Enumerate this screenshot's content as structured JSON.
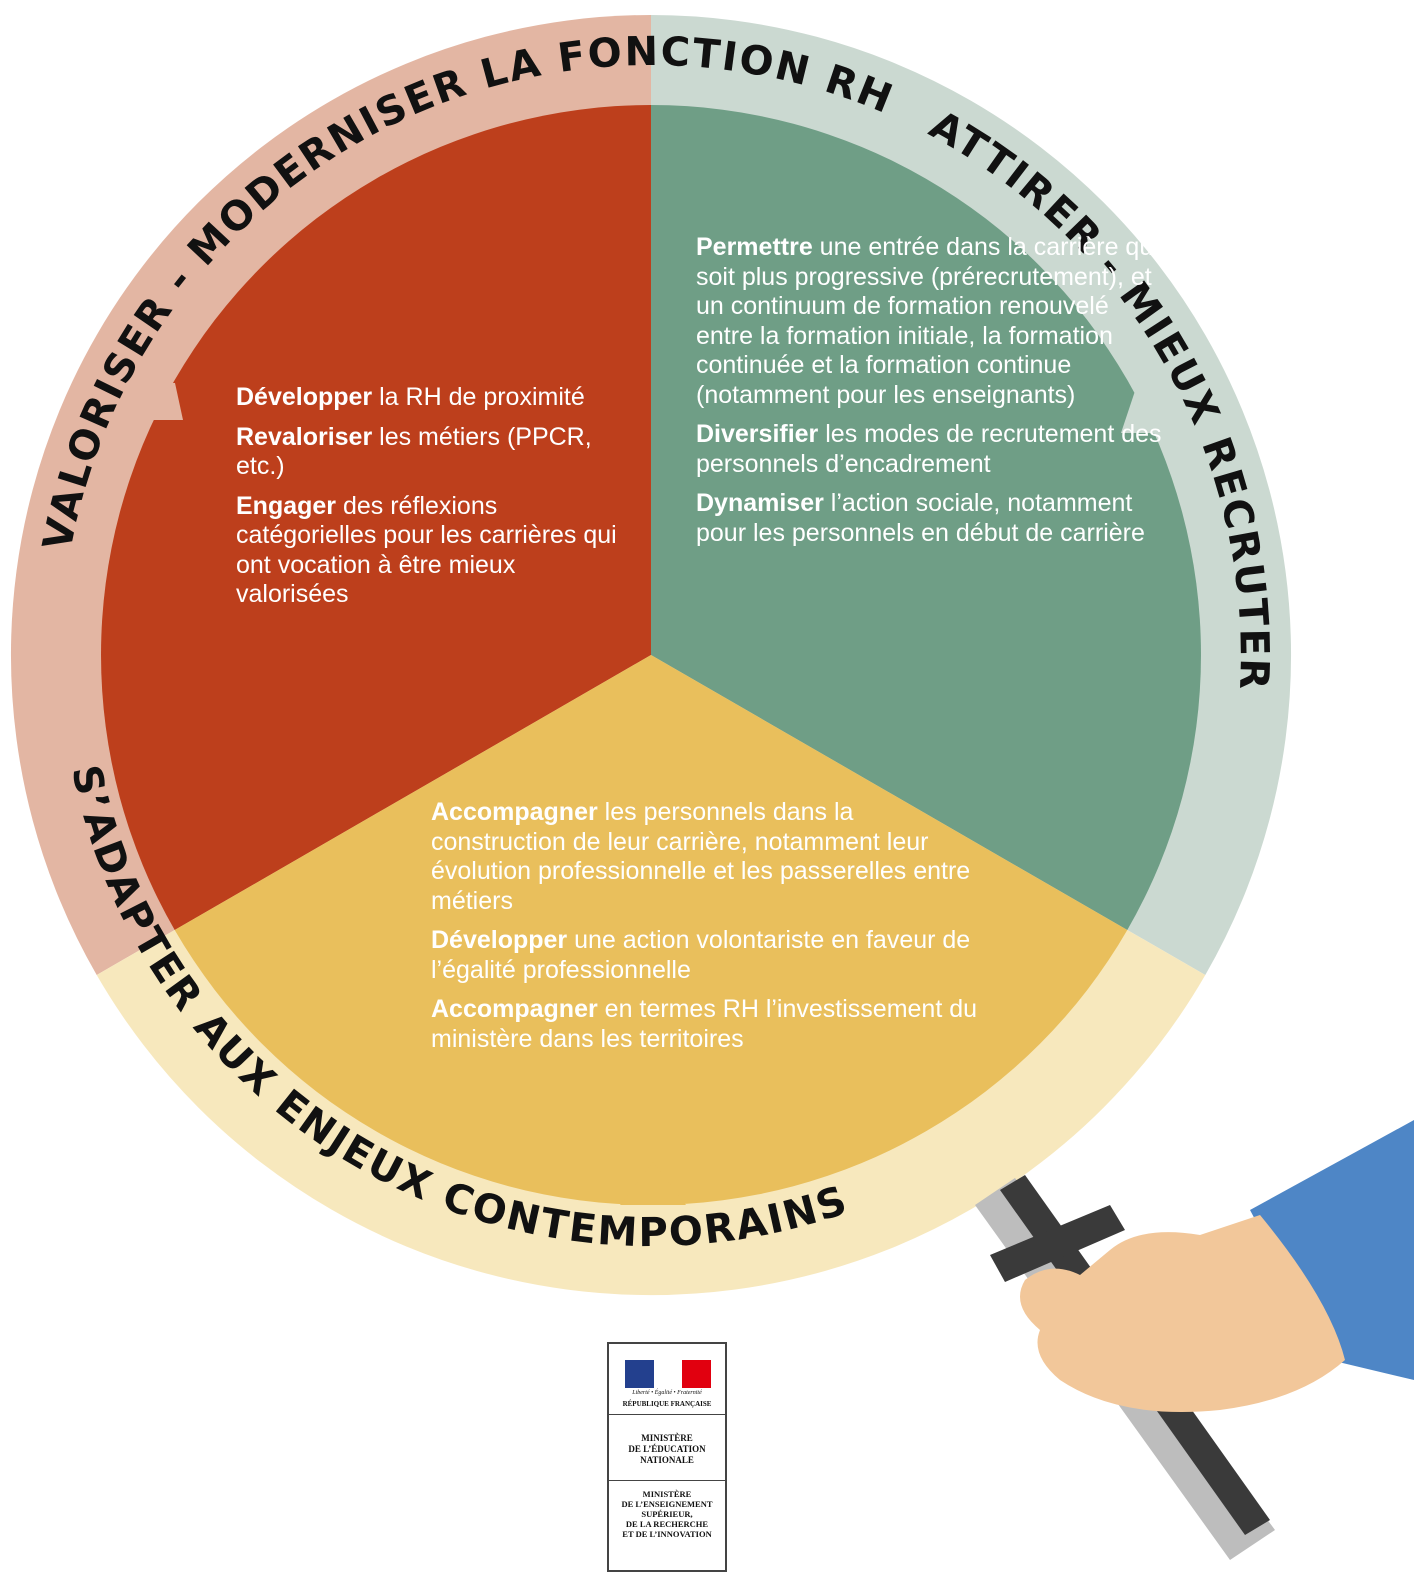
{
  "colors": {
    "red": "#bd3f1c",
    "green": "#6f9e86",
    "yellow": "#e9bf5c",
    "ring_red": "#e3b6a3",
    "ring_green": "#cbd9d1",
    "ring_yellow": "#f7e8bd",
    "skin": "#f2c79a",
    "sleeve": "#4e86c6",
    "handle": "#3a3a3a",
    "handle_light": "#bdbdbd"
  },
  "titles": {
    "red": "VALORISER - MODERNISER LA FONCTION RH",
    "green": "ATTIRER - MIEUX RECRUTER",
    "yellow": "S’ADAPTER AUX ENJEUX CONTEMPORAINS"
  },
  "red_items": [
    {
      "bold": "Développer",
      "text": " la RH de proximité"
    },
    {
      "bold": "Revaloriser",
      "text": " les métiers (PPCR, etc.)"
    },
    {
      "bold": "Engager",
      "text": " des réflexions catégorielles pour les carrières qui ont vocation à être mieux valorisées"
    }
  ],
  "green_items": [
    {
      "bold": "Permettre",
      "text": " une entrée dans la carrière qui soit plus progressive (prérecrutement), et un continuum de formation renouvelé entre la formation initiale, la formation continuée et la formation continue (notamment pour les enseignants)"
    },
    {
      "bold": "Diversifier",
      "text": " les modes de recrutement des personnels d’encadrement"
    },
    {
      "bold": "Dynamiser",
      "text": " l’action sociale, notamment pour les personnels en début de carrière"
    }
  ],
  "yellow_items": [
    {
      "bold": "Accompagner",
      "text": " les personnels dans la construction de leur carrière, notamment leur évolution professionnelle et les passerelles entre métiers"
    },
    {
      "bold": "Développer",
      "text": " une action volontariste en faveur de l’égalité professionnelle"
    },
    {
      "bold": "Accompagner",
      "text": " en termes RH l’investissement du ministère dans les territoires"
    }
  ],
  "logo": {
    "motto": "Liberté • Égalité • Fraternité",
    "republic": "RÉPUBLIQUE FRANÇAISE",
    "ministry1": [
      "MINISTÈRE",
      "DE L’ÉDUCATION",
      "NATIONALE"
    ],
    "ministry2": [
      "MINISTÈRE",
      "DE L’ENSEIGNEMENT",
      "SUPÉRIEUR,",
      "DE LA RECHERCHE",
      "ET DE L’INNOVATION"
    ],
    "flag": [
      "#23408e",
      "#ffffff",
      "#e1000f"
    ]
  }
}
